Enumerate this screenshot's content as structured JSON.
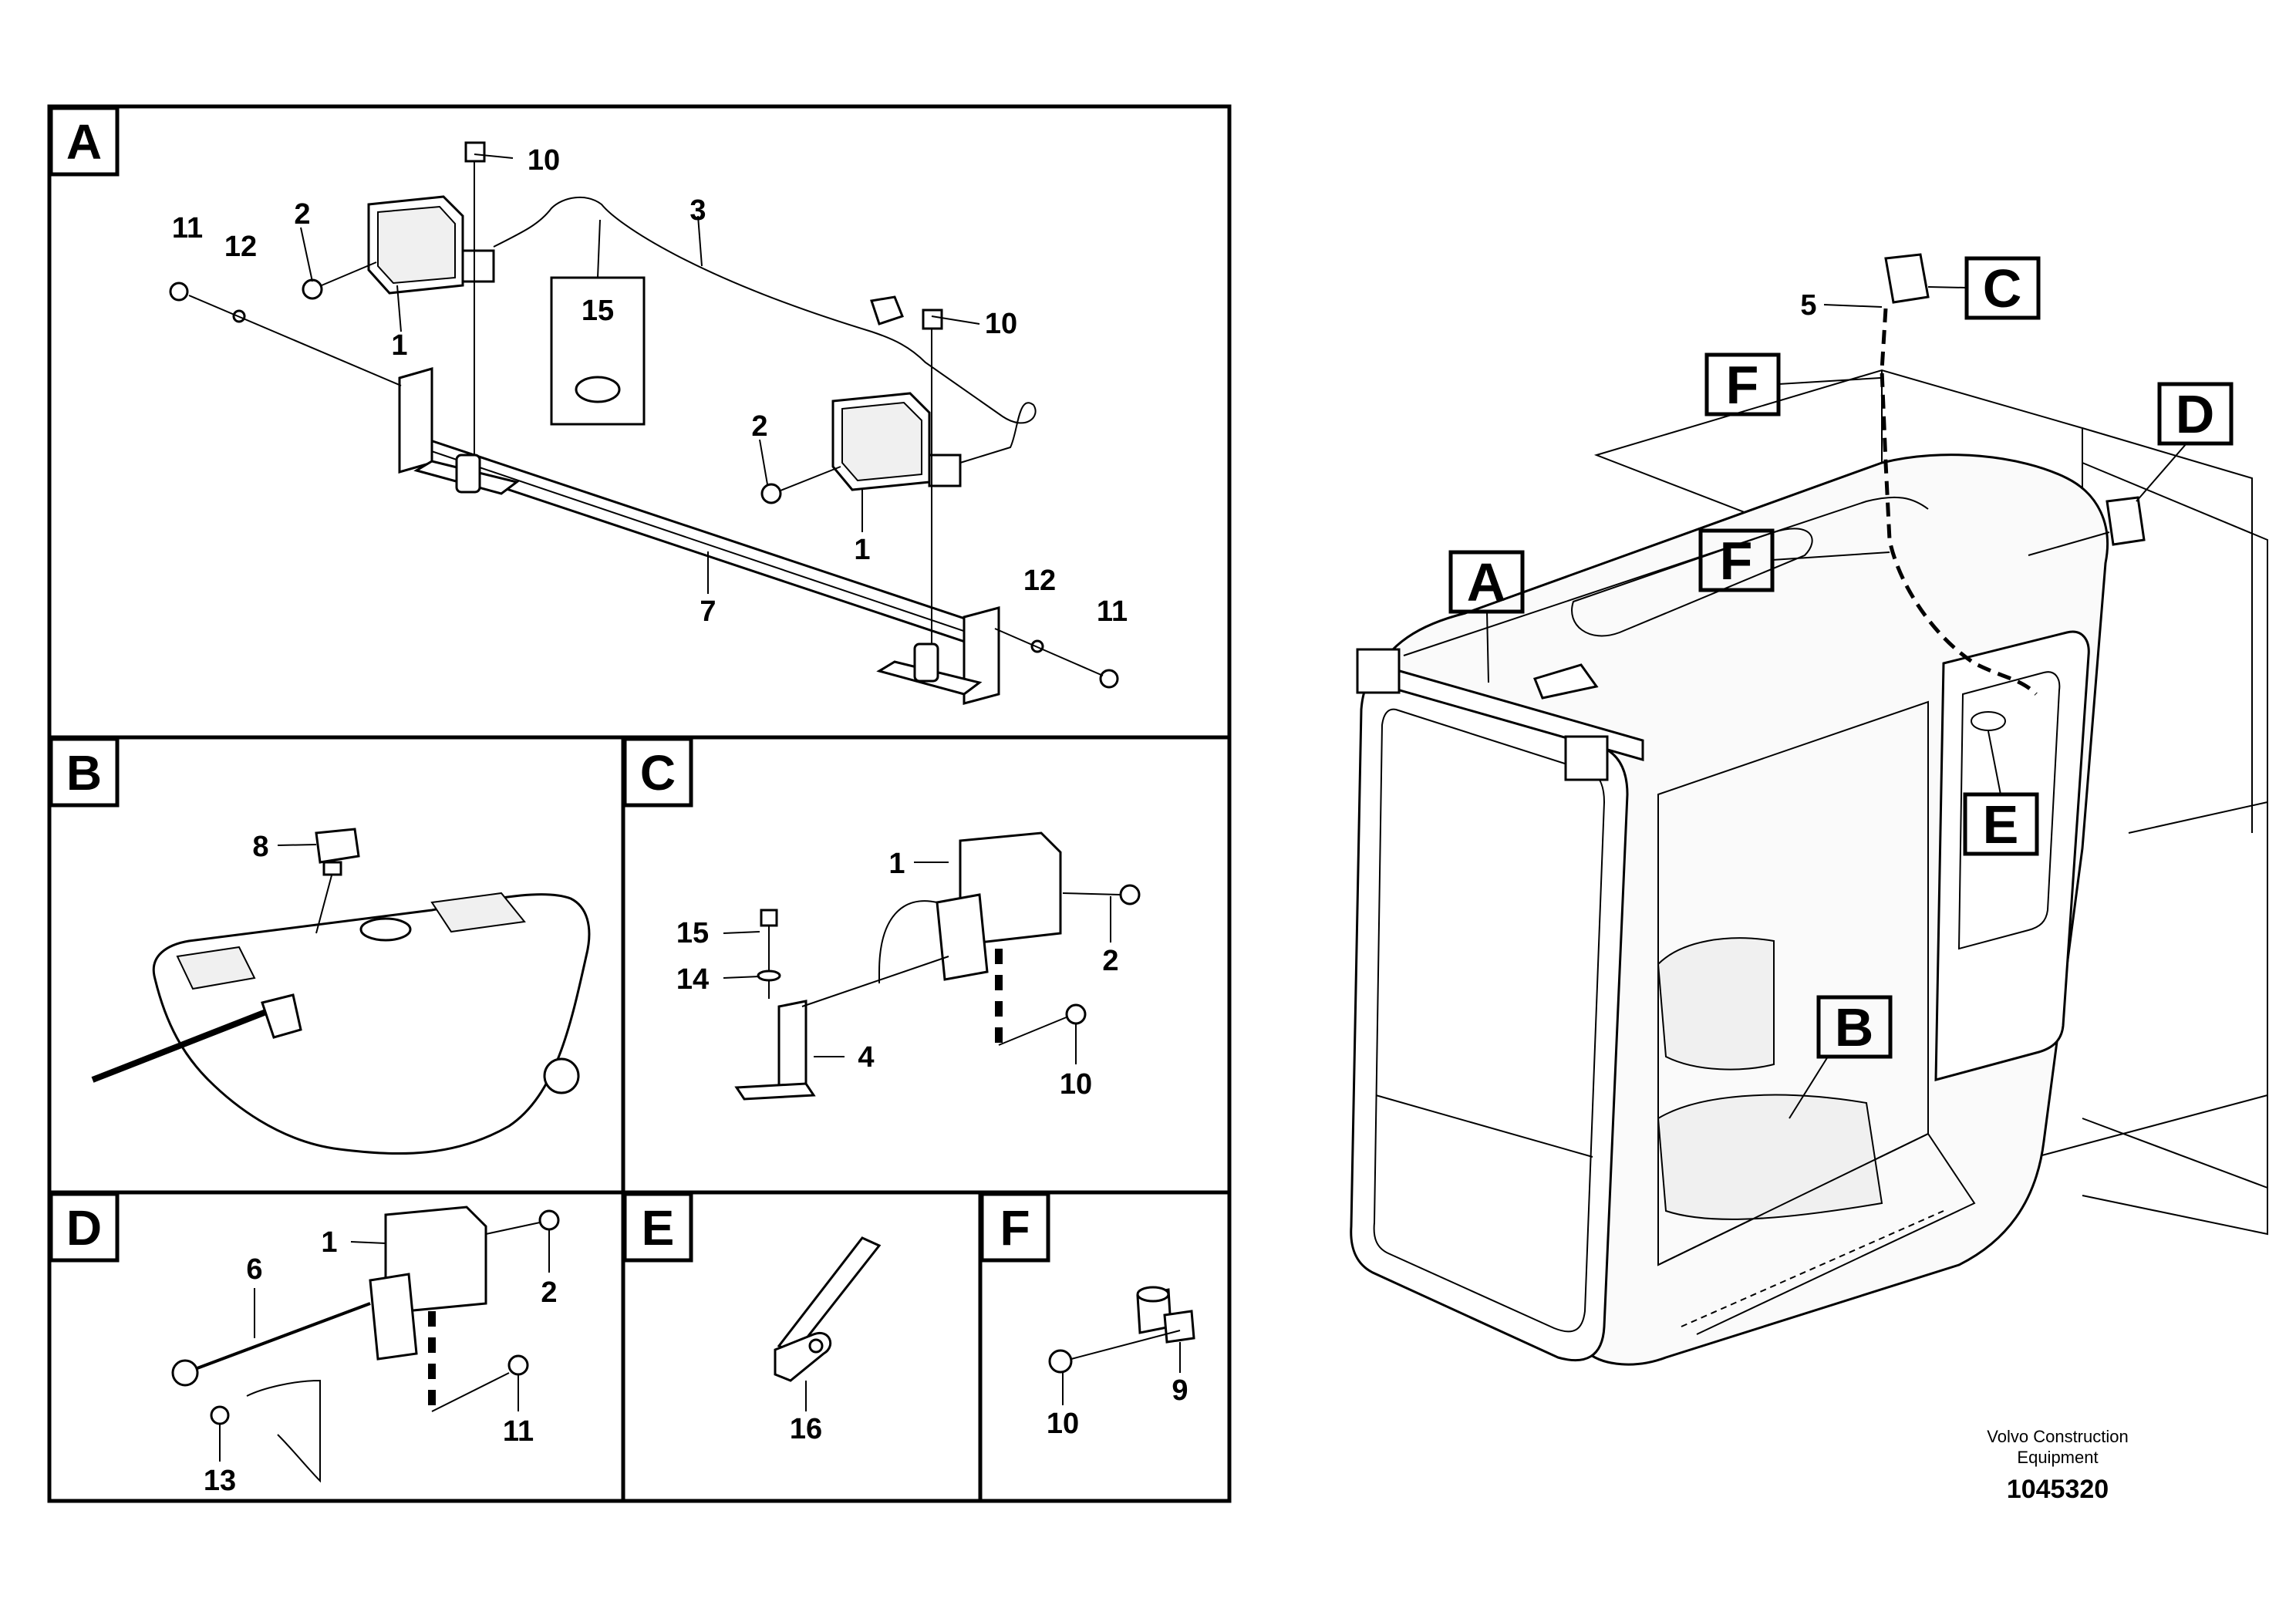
{
  "panels": {
    "A": {
      "letter": "A",
      "labels": {
        "l10a": "10",
        "l11a": "11",
        "l12a": "12",
        "l2a": "2",
        "l1a": "1",
        "l3": "3",
        "l15a": "15",
        "l10b": "10",
        "l2b": "2",
        "l1b": "1",
        "l7": "7",
        "l12b": "12",
        "l11b": "11"
      }
    },
    "B": {
      "letter": "B",
      "labels": {
        "l8": "8"
      }
    },
    "C": {
      "letter": "C",
      "labels": {
        "l1": "1",
        "l15": "15",
        "l14": "14",
        "l4": "4",
        "l2": "2",
        "l10": "10"
      }
    },
    "D": {
      "letter": "D",
      "labels": {
        "l1": "1",
        "l6": "6",
        "l2": "2",
        "l13": "13",
        "l11": "11"
      }
    },
    "E": {
      "letter": "E",
      "labels": {
        "l16": "16"
      }
    },
    "F": {
      "letter": "F",
      "labels": {
        "l10": "10",
        "l9": "9"
      }
    }
  },
  "overview": {
    "callouts": {
      "A": "A",
      "B": "B",
      "C": "C",
      "D": "D",
      "E": "E",
      "F1": "F",
      "F2": "F"
    },
    "label5": "5"
  },
  "footer": {
    "brand_line1": "Volvo Construction",
    "brand_line2": "Equipment",
    "part_number": "1045320"
  }
}
